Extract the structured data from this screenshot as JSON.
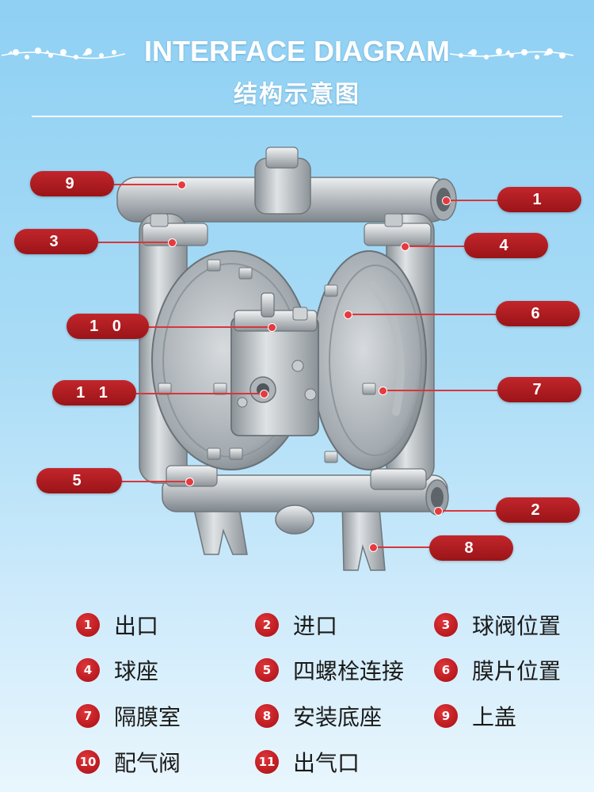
{
  "title": {
    "english": "INTERFACE DIAGRAM",
    "chinese": "结构示意图"
  },
  "callouts": [
    {
      "number": "9"
    },
    {
      "number": "3"
    },
    {
      "number": "1 0"
    },
    {
      "number": "1 1"
    },
    {
      "number": "5"
    },
    {
      "number": "1"
    },
    {
      "number": "4"
    },
    {
      "number": "6"
    },
    {
      "number": "7"
    },
    {
      "number": "2"
    },
    {
      "number": "8"
    }
  ],
  "legend": [
    {
      "number": "1",
      "label": "出口"
    },
    {
      "number": "2",
      "label": "进口"
    },
    {
      "number": "3",
      "label": "球阀位置"
    },
    {
      "number": "4",
      "label": "球座"
    },
    {
      "number": "5",
      "label": "四螺栓连接"
    },
    {
      "number": "6",
      "label": "膜片位置"
    },
    {
      "number": "7",
      "label": "隔膜室"
    },
    {
      "number": "8",
      "label": "安装底座"
    },
    {
      "number": "9",
      "label": "上盖"
    },
    {
      "number": "10",
      "label": "配气阀"
    },
    {
      "number": "11",
      "label": "出气口"
    }
  ],
  "colors": {
    "tag_red": "#b01c20",
    "background_top": "#8fd0f3",
    "background_bottom": "#e9f6fd"
  }
}
